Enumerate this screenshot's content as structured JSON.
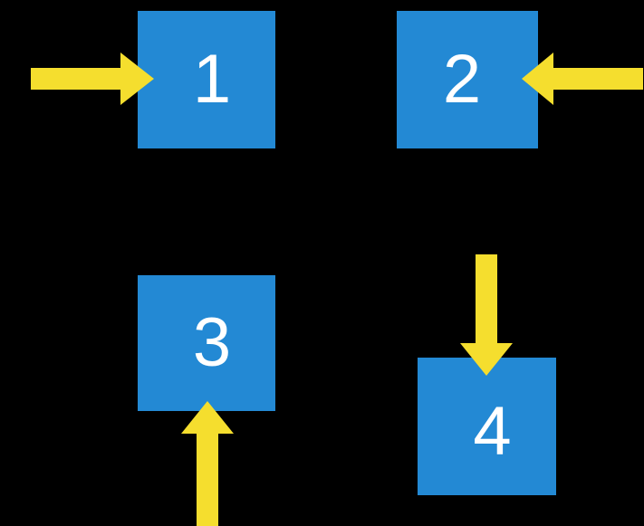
{
  "diagram": {
    "title": "four-node flow diagram with directional arrows",
    "background_color": "#000000",
    "node_color": "#2389D4",
    "node_text_color": "#FFFFFF",
    "arrow_color": "#F5DE2E",
    "nodes": [
      {
        "id": "1",
        "label": "1",
        "name": "node-1"
      },
      {
        "id": "2",
        "label": "2",
        "name": "node-2"
      },
      {
        "id": "3",
        "label": "3",
        "name": "node-3"
      },
      {
        "id": "4",
        "label": "4",
        "name": "node-4"
      }
    ],
    "arrows": [
      {
        "name": "arrow-into-1",
        "direction": "right",
        "target": "1",
        "from": "left edge"
      },
      {
        "name": "arrow-into-2",
        "direction": "left",
        "target": "2",
        "from": "right edge"
      },
      {
        "name": "arrow-into-3",
        "direction": "up",
        "target": "3",
        "from": "bottom edge"
      },
      {
        "name": "arrow-into-4",
        "direction": "down",
        "target": "4",
        "from": "above"
      }
    ]
  }
}
